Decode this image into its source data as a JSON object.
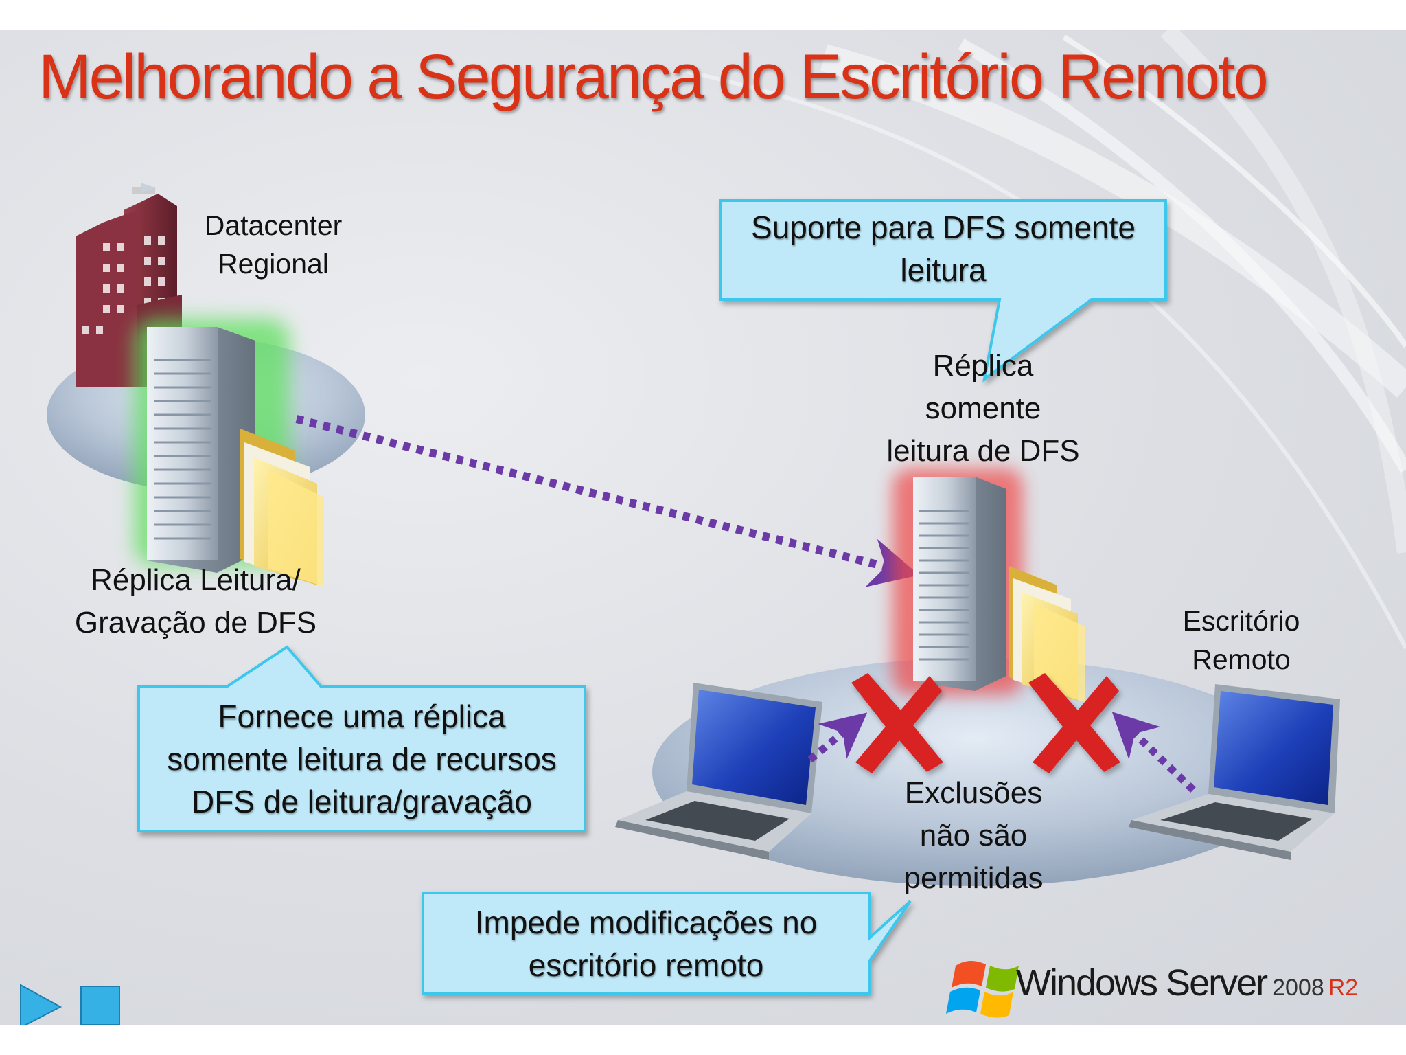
{
  "title": "Melhorando a Segurança do Escritório Remoto",
  "datacenter": {
    "label_line1": "Datacenter",
    "label_line2": "Regional",
    "replica_line1": "Réplica Leitura/",
    "replica_line2": "Gravação de DFS"
  },
  "remote": {
    "label_line1": "Escritório",
    "label_line2": "Remoto",
    "replica_line1": "Réplica",
    "replica_line2": "somente",
    "replica_line3": "leitura de DFS",
    "exclusions_line1": "Exclusões",
    "exclusions_line2": "não são",
    "exclusions_line3": "permitidas"
  },
  "callouts": {
    "top_line1": "Suporte para DFS somente",
    "top_line2": "leitura",
    "left_line1": "Fornece uma réplica",
    "left_line2": "somente leitura de recursos",
    "left_line3": "DFS de leitura/gravação",
    "bottom_line1": "Impede modificações no",
    "bottom_line2": "escritório remoto"
  },
  "logo": {
    "brand": "Windows Server",
    "version": "2008",
    "release": "R2"
  },
  "colors": {
    "title": "#d93217",
    "callout_fill": "#bfe8f8",
    "callout_border": "#3ec7ec",
    "arrow": "#6b3aa6",
    "deny_x": "#d92222",
    "glow_green": "#5fe05f",
    "glow_red": "#f04a4a"
  },
  "icons": [
    "office-building-icon",
    "server-icon",
    "folder-icon",
    "laptop-icon",
    "deny-x-icon",
    "windows-flag-icon",
    "play-icon",
    "stop-icon"
  ]
}
